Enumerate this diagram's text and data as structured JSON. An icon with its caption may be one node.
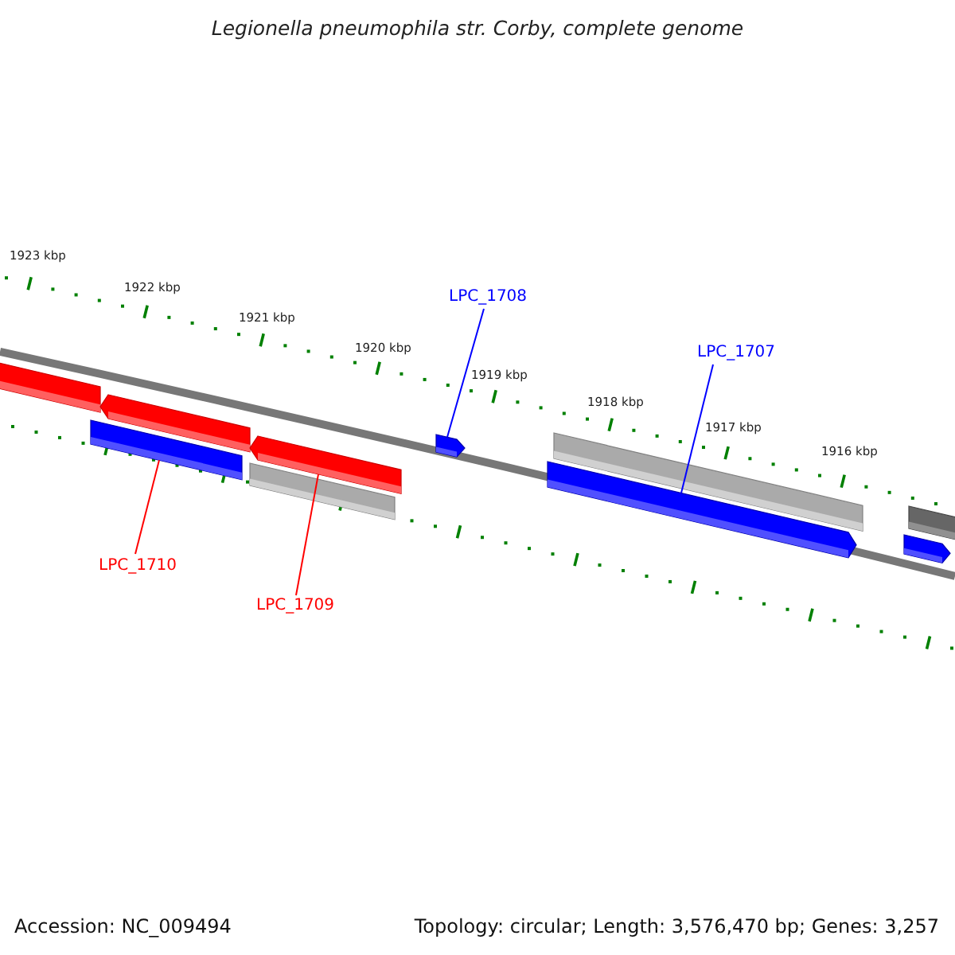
{
  "diagram": {
    "title": "Legionella pneumophila str. Corby, complete genome",
    "nodes": [
      {
        "text": [
          "LPC_1708"
        ]
      },
      {
        "text": [],
        "shape": "bar"
      },
      {
        "text": [
          "LPC_1707"
        ]
      },
      {
        "text": [],
        "shape": "bar"
      },
      {
        "text": [
          "LPC_1710"
        ]
      },
      {
        "text": [],
        "shape": "bar"
      },
      {
        "text": [
          "LPC_1709"
        ]
      },
      {
        "text": [],
        "shape": "bar"
      }
    ],
    "edges": [
      {
        "from": 0,
        "to": 1,
        "arrow": "none"
      },
      {
        "from": 2,
        "to": 3,
        "arrow": "none"
      },
      {
        "from": 4,
        "to": 5,
        "arrow": "none",
        "color": "#ff0000"
      },
      {
        "from": 6,
        "to": 7,
        "arrow": "none",
        "color": "#ff0000"
      }
    ],
    "labels": [
      "1923 kbp",
      "1922 kbp",
      "1921 kbp",
      "1920 kbp",
      "1919 kbp",
      "1918 kbp",
      "1917 kbp",
      "1916 kbp",
      "Accession: NC_009494",
      "Topology: circular; Length: 3,576,470 bp; Genes: 3,257"
    ]
  }
}
